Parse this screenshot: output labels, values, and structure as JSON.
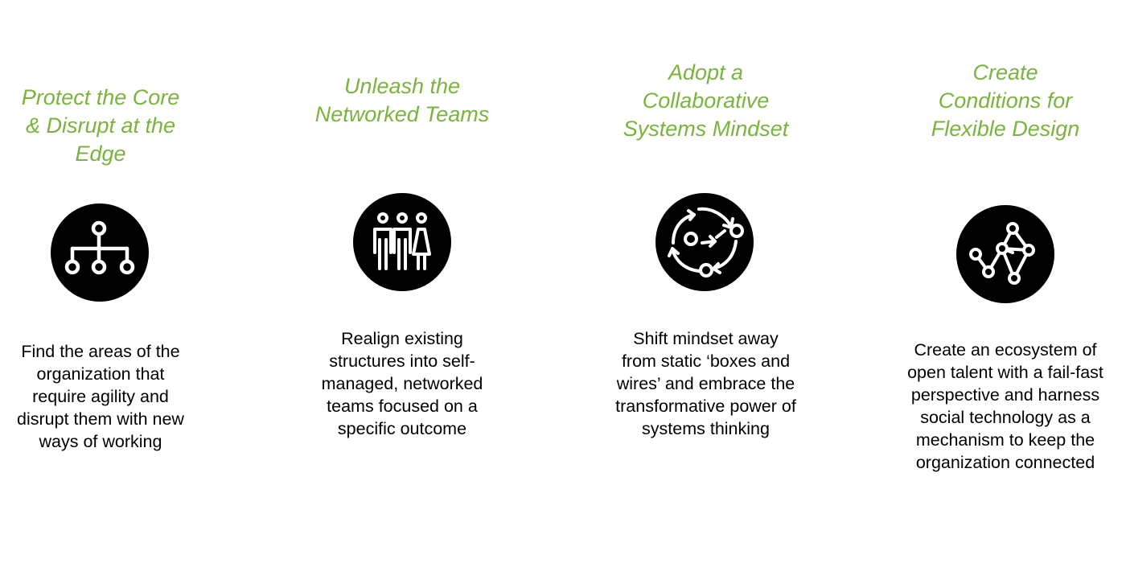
{
  "colors": {
    "accent": "#7ab33e",
    "text": "#000000",
    "icon_bg": "#000000",
    "icon_fg": "#ffffff"
  },
  "pillars": [
    {
      "title": "Protect the Core\n& Disrupt at the\nEdge",
      "icon": "hierarchy-icon",
      "description": "Find the areas of the\norganization that\nrequire agility and\ndisrupt them with new\nways of working"
    },
    {
      "title": "Unleash the\nNetworked Teams",
      "icon": "team-people-icon",
      "description": "Realign existing\nstructures into self-\nmanaged, networked\nteams focused on a\nspecific outcome"
    },
    {
      "title": "Adopt a\nCollaborative\nSystems Mindset",
      "icon": "cycle-arrows-icon",
      "description": "Shift mindset away\nfrom static ‘boxes and\nwires’ and embrace the\ntransformative power of\nsystems thinking"
    },
    {
      "title": "Create\nConditions for\nFlexible Design",
      "icon": "network-nodes-icon",
      "description": "Create an ecosystem of\nopen talent with a fail-fast\nperspective and harness\nsocial technology as a\nmechanism to keep the\norganization connected"
    }
  ]
}
